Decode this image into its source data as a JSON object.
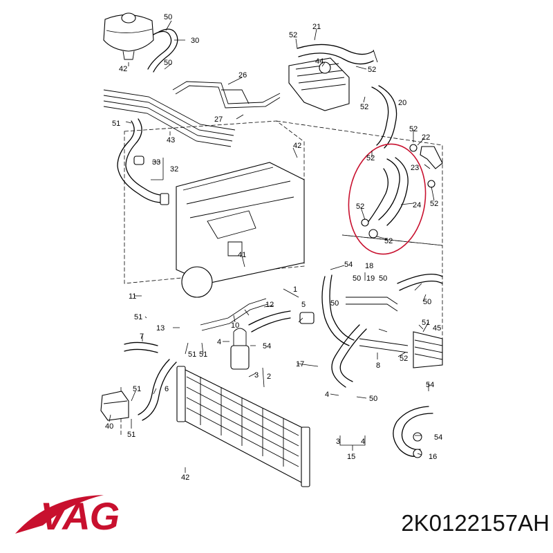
{
  "brand": {
    "logo_text": "VAG",
    "logo_color": "#c8102e"
  },
  "part_number": "2K0122157AH",
  "highlight_color": "#c8102e",
  "callouts": {
    "c1": "50",
    "c2": "30",
    "c3": "42",
    "c4": "50",
    "c5": "52",
    "c6": "21",
    "c7": "44",
    "c8": "52",
    "c9": "26",
    "c10": "52",
    "c11": "20",
    "c12": "27",
    "c13": "51",
    "c14": "43",
    "c15": "42",
    "c16": "52",
    "c17": "22",
    "c18": "23",
    "c19": "33",
    "c20": "32",
    "c21": "52",
    "c22": "24",
    "c23": "52",
    "c24": "52",
    "c25": "52",
    "c26": "41",
    "c27": "54",
    "c28": "18",
    "c29": "50",
    "c30": "19",
    "c31": "50",
    "c32": "11",
    "c33": "1",
    "c34": "12",
    "c35": "50",
    "c36": "51",
    "c37": "13",
    "c38": "10",
    "c39": "5",
    "c40": "50",
    "c41": "51",
    "c42": "45",
    "c43": "7",
    "c44": "4",
    "c45": "54",
    "c46": "51",
    "c47": "51",
    "c48": "8",
    "c49": "52",
    "c50": "17",
    "c51": "6",
    "c52": "3",
    "c53": "2",
    "c54": "51",
    "c55": "54",
    "c56": "4",
    "c57": "50",
    "c58": "40",
    "c59": "51",
    "c60": "54",
    "c61": "3",
    "c62": "4",
    "c63": "16",
    "c64": "15",
    "c65": "42"
  }
}
